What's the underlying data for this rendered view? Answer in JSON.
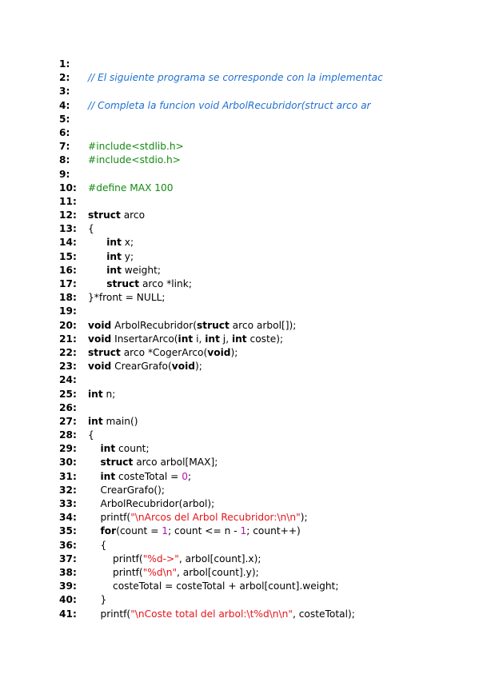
{
  "lines": [
    {
      "n": "1:",
      "t": [
        [
          "",
          ""
        ]
      ]
    },
    {
      "n": "2:",
      "t": [
        [
          "// El siguiente programa se corresponde con la implementac",
          "cm"
        ]
      ]
    },
    {
      "n": "3:",
      "t": [
        [
          "",
          ""
        ]
      ]
    },
    {
      "n": "4:",
      "t": [
        [
          "// Completa la funcion void ArbolRecubridor(struct arco ar",
          "cm"
        ]
      ]
    },
    {
      "n": "5:",
      "t": [
        [
          "",
          ""
        ]
      ]
    },
    {
      "n": "6:",
      "t": [
        [
          "",
          ""
        ]
      ]
    },
    {
      "n": "7:",
      "t": [
        [
          "#include<stdlib.h>",
          "pp"
        ]
      ]
    },
    {
      "n": "8:",
      "t": [
        [
          "#include<stdio.h>",
          "pp"
        ]
      ]
    },
    {
      "n": "9:",
      "t": [
        [
          "",
          ""
        ]
      ]
    },
    {
      "n": "10:",
      "t": [
        [
          "#define MAX 100",
          "pp"
        ]
      ]
    },
    {
      "n": "11:",
      "t": [
        [
          "",
          ""
        ]
      ]
    },
    {
      "n": "12:",
      "t": [
        [
          "struct",
          "kw"
        ],
        [
          " arco",
          ""
        ]
      ]
    },
    {
      "n": "13:",
      "t": [
        [
          "{",
          ""
        ]
      ]
    },
    {
      "n": "14:",
      "t": [
        [
          "      ",
          ""
        ],
        [
          "int",
          "kw"
        ],
        [
          " x;",
          ""
        ]
      ]
    },
    {
      "n": "15:",
      "t": [
        [
          "      ",
          ""
        ],
        [
          "int",
          "kw"
        ],
        [
          " y;",
          ""
        ]
      ]
    },
    {
      "n": "16:",
      "t": [
        [
          "      ",
          ""
        ],
        [
          "int",
          "kw"
        ],
        [
          " weight;",
          ""
        ]
      ]
    },
    {
      "n": "17:",
      "t": [
        [
          "      ",
          ""
        ],
        [
          "struct",
          "kw"
        ],
        [
          " arco *link;",
          ""
        ]
      ]
    },
    {
      "n": "18:",
      "t": [
        [
          "}*front = NULL;",
          ""
        ]
      ]
    },
    {
      "n": "19:",
      "t": [
        [
          "",
          ""
        ]
      ]
    },
    {
      "n": "20:",
      "t": [
        [
          "void",
          "kw"
        ],
        [
          " ArbolRecubridor(",
          ""
        ],
        [
          "struct",
          "kw"
        ],
        [
          " arco arbol[]);",
          ""
        ]
      ]
    },
    {
      "n": "21:",
      "t": [
        [
          "void",
          "kw"
        ],
        [
          " InsertarArco(",
          ""
        ],
        [
          "int",
          "kw"
        ],
        [
          " i, ",
          ""
        ],
        [
          "int",
          "kw"
        ],
        [
          " j, ",
          ""
        ],
        [
          "int",
          "kw"
        ],
        [
          " coste);",
          ""
        ]
      ]
    },
    {
      "n": "22:",
      "t": [
        [
          "struct",
          "kw"
        ],
        [
          " arco *CogerArco(",
          ""
        ],
        [
          "void",
          "kw"
        ],
        [
          ");",
          ""
        ]
      ]
    },
    {
      "n": "23:",
      "t": [
        [
          "void",
          "kw"
        ],
        [
          " CrearGrafo(",
          ""
        ],
        [
          "void",
          "kw"
        ],
        [
          ");",
          ""
        ]
      ]
    },
    {
      "n": "24:",
      "t": [
        [
          "",
          ""
        ]
      ]
    },
    {
      "n": "25:",
      "t": [
        [
          "int",
          "kw"
        ],
        [
          " n;",
          ""
        ]
      ]
    },
    {
      "n": "26:",
      "t": [
        [
          "",
          ""
        ]
      ]
    },
    {
      "n": "27:",
      "t": [
        [
          "int",
          "kw"
        ],
        [
          " main()",
          ""
        ]
      ]
    },
    {
      "n": "28:",
      "t": [
        [
          "{",
          ""
        ]
      ]
    },
    {
      "n": "29:",
      "t": [
        [
          "    ",
          ""
        ],
        [
          "int",
          "kw"
        ],
        [
          " count;",
          ""
        ]
      ]
    },
    {
      "n": "30:",
      "t": [
        [
          "    ",
          ""
        ],
        [
          "struct",
          "kw"
        ],
        [
          " arco arbol[MAX];",
          ""
        ]
      ]
    },
    {
      "n": "31:",
      "t": [
        [
          "    ",
          ""
        ],
        [
          "int",
          "kw"
        ],
        [
          " costeTotal = ",
          ""
        ],
        [
          "0",
          "num"
        ],
        [
          ";",
          ""
        ]
      ]
    },
    {
      "n": "32:",
      "t": [
        [
          "    CrearGrafo();",
          ""
        ]
      ]
    },
    {
      "n": "33:",
      "t": [
        [
          "    ArbolRecubridor(arbol);",
          ""
        ]
      ]
    },
    {
      "n": "34:",
      "t": [
        [
          "    printf(",
          ""
        ],
        [
          "\"\\nArcos del Arbol Recubridor:\\n\\n\"",
          "str"
        ],
        [
          ");",
          ""
        ]
      ]
    },
    {
      "n": "35:",
      "t": [
        [
          "    ",
          ""
        ],
        [
          "for",
          "kw"
        ],
        [
          "(count = ",
          ""
        ],
        [
          "1",
          "num"
        ],
        [
          "; count <= n - ",
          ""
        ],
        [
          "1",
          "num"
        ],
        [
          "; count++)",
          ""
        ]
      ]
    },
    {
      "n": "36:",
      "t": [
        [
          "    {",
          ""
        ]
      ]
    },
    {
      "n": "37:",
      "t": [
        [
          "        printf(",
          ""
        ],
        [
          "\"%d->\"",
          "str"
        ],
        [
          ", arbol[count].x);",
          ""
        ]
      ]
    },
    {
      "n": "38:",
      "t": [
        [
          "        printf(",
          ""
        ],
        [
          "\"%d\\n\"",
          "str"
        ],
        [
          ", arbol[count].y);",
          ""
        ]
      ]
    },
    {
      "n": "39:",
      "t": [
        [
          "        costeTotal = costeTotal + arbol[count].weight;",
          ""
        ]
      ]
    },
    {
      "n": "40:",
      "t": [
        [
          "    }",
          ""
        ]
      ]
    },
    {
      "n": "41:",
      "t": [
        [
          "    printf(",
          ""
        ],
        [
          "\"\\nCoste total del arbol:\\t%d\\n\\n\"",
          "str"
        ],
        [
          ", costeTotal);",
          ""
        ]
      ]
    }
  ]
}
